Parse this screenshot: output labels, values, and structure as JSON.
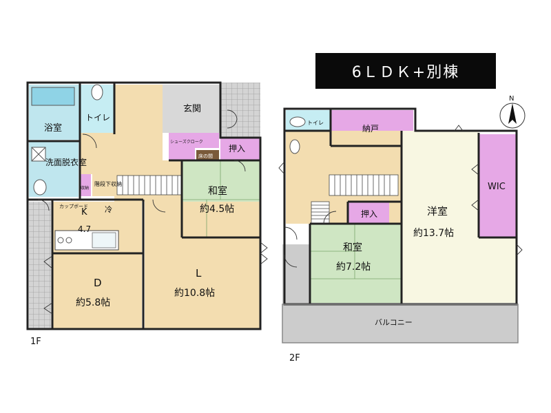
{
  "title": "6ＬＤＫ+別棟",
  "compass": "N",
  "colors": {
    "wood": "#f3ddb0",
    "tatami": "#cfe6c3",
    "bath": "#bfe6ee",
    "toilet": "#c6edf3",
    "storage": "#e6a8e6",
    "white_room": "#f8f7e2",
    "tile": "#d0d0d0",
    "balcony": "#cccccc",
    "wall": "#222222"
  },
  "floor1": {
    "label": "1F",
    "rooms": {
      "bath": "浴室",
      "toilet": "トイレ",
      "entrance": "玄関",
      "shoe_closet": "シューズクローク",
      "alcove": "床の間",
      "oshiire": "押入",
      "washroom": "洗面脱衣室",
      "storage_small": "収納",
      "under_stairs": "階段下収納",
      "japanese_name": "和室",
      "japanese_size": "約4.5帖",
      "cupboard": "カップボード",
      "fridge": "冷",
      "kitchen": "K",
      "kitchen_size": "4.7",
      "dining": "D",
      "dining_size": "約5.8帖",
      "living": "L",
      "living_size": "約10.8帖"
    }
  },
  "floor2": {
    "label": "2F",
    "rooms": {
      "toilet": "トイレ",
      "closet": "納戸",
      "wic": "WIC",
      "western_name": "洋室",
      "western_size": "約13.7帖",
      "oshiire": "押入",
      "japanese_name": "和室",
      "japanese_size": "約7.2帖",
      "balcony": "バルコニー"
    }
  }
}
